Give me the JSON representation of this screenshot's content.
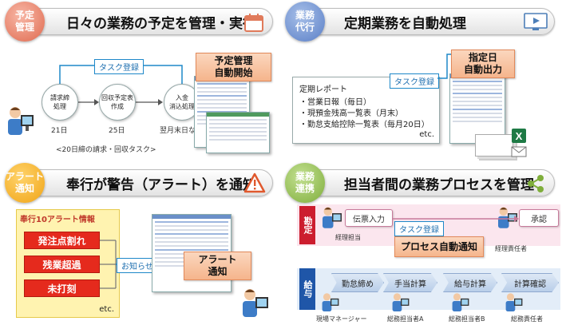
{
  "panel1": {
    "badge": "予定\n管理",
    "title": "日々の業務の予定を管理・実行",
    "tag": "タスク登録",
    "box": "予定管理\n自動開始",
    "steps": [
      "請求締\n処理",
      "回収予定表\n作成",
      "入金\n消込処理"
    ],
    "dates": [
      "21日",
      "25日",
      "翌月末日など"
    ],
    "note": "<20日締の請求・回収タスク>",
    "icon": "calendar-icon"
  },
  "panel2": {
    "badge": "業務\n代行",
    "title": "定期業務を自動処理",
    "tag": "タスク登録",
    "box": "指定日\n自動出力",
    "report_title": "定期レポート",
    "reports": [
      "・営業日報（毎日）",
      "・現預金残高一覧表（月末）",
      "・勤怠支給控除一覧表（毎月20日）"
    ],
    "etc": "etc.",
    "icon": "monitor-play-icon"
  },
  "panel3": {
    "badge": "アラート\n通知",
    "title": "奉行が警告（アラート）を通知",
    "list_title": "奉行10アラート情報",
    "alerts": [
      "発注点割れ",
      "残業超過",
      "未打刻"
    ],
    "etc": "etc.",
    "tag": "お知らせ登録",
    "box": "アラート\n通知",
    "icon": "warning-icon"
  },
  "panel4": {
    "badge": "業務\n連携",
    "title": "担当者間の業務プロセスを管理",
    "row1_label": "勘定",
    "row2_label": "給与",
    "input": "伝票入力",
    "approve": "承認",
    "tag": "タスク登録",
    "box": "プロセス自動通知",
    "chain": [
      "勤怠締め",
      "手当計算",
      "給与計算",
      "計算確認"
    ],
    "people_top": [
      "経理担当",
      "経理責任者"
    ],
    "people_bottom": [
      "現場マネージャー",
      "総務担当者A",
      "総務担当者B",
      "総務責任者"
    ],
    "icon": "share-icon"
  },
  "colors": {
    "red": "#e52a1d",
    "orange_box": "#f5b58c",
    "accent_blue": "#1e88c9"
  }
}
